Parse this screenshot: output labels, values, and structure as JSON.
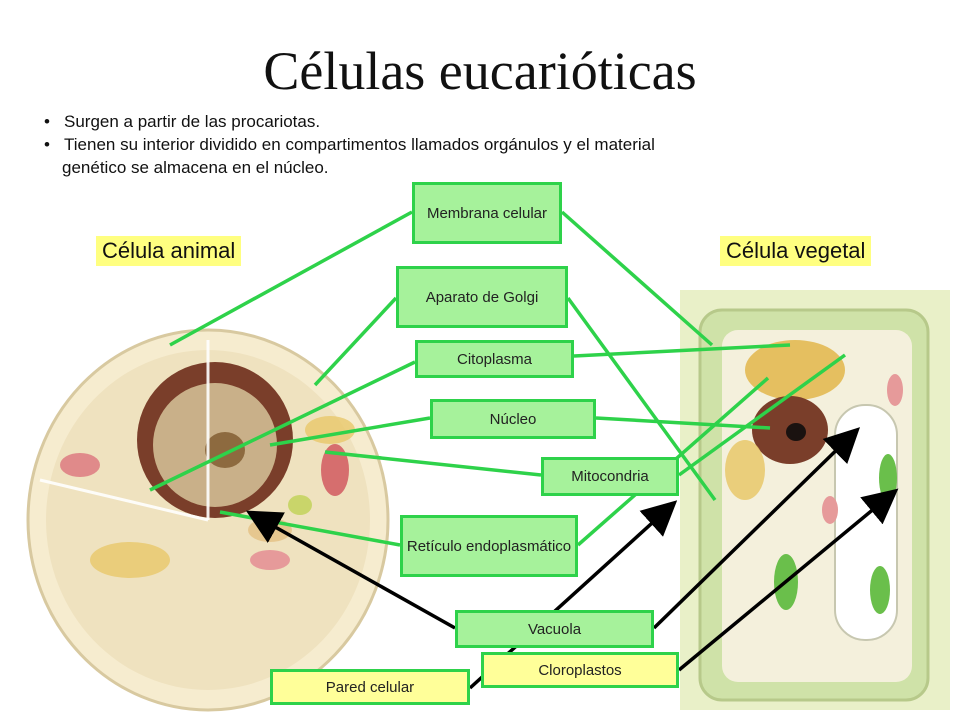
{
  "title": "Células eucarióticas",
  "bullets": [
    "Surgen a partir de las procariotas.",
    "Tienen su interior dividido en compartimentos llamados orgánulos y el material",
    "genético se almacena en el núcleo."
  ],
  "cell_labels": {
    "animal": "Célula animal",
    "vegetal": "Célula vegetal"
  },
  "organelles": {
    "membrana": "Membrana celular",
    "golgi": "Aparato de Golgi",
    "citoplasma": "Citoplasma",
    "nucleo": "Núcleo",
    "mitocondria": "Mitocondria",
    "reticulo": "Retículo endoplasmático",
    "vacuola": "Vacuola",
    "cloroplastos": "Cloroplastos",
    "pared": "Pared celular"
  },
  "colors": {
    "green_line": "#2ed24a",
    "box_fill": "#a6f29b",
    "yellow_fill": "#ffff99",
    "label_fill": "#ffff80"
  }
}
